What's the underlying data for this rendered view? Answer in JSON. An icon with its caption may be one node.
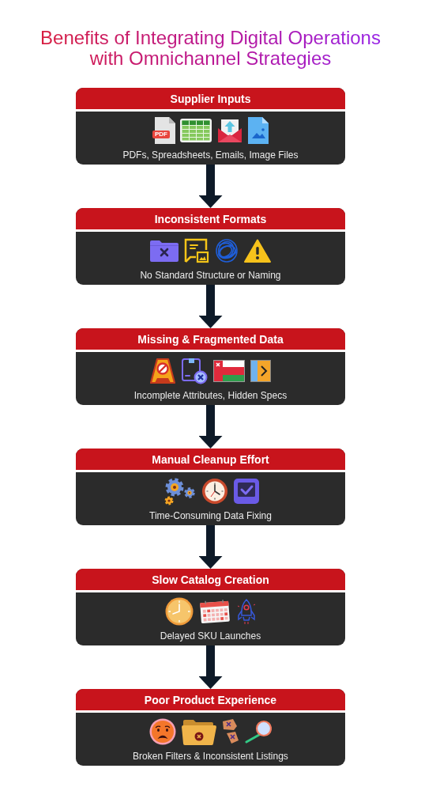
{
  "diagram": {
    "title": "Benefits of Integrating Digital Operations with Omnichannel Strategies",
    "nodes": [
      {
        "text": [
          "Supplier Inputs",
          "PDFs, Spreadsheets, Emails, Image Files"
        ]
      },
      {
        "text": [
          "Inconsistent Formats",
          "No Standard Structure or Naming"
        ]
      },
      {
        "text": [
          "Missing & Fragmented Data",
          "Incomplete Attributes, Hidden Specs"
        ]
      },
      {
        "text": [
          "Manual Cleanup Effort",
          "Time-Consuming Data Fixing"
        ]
      },
      {
        "text": [
          "Slow Catalog Creation",
          "Delayed SKU Launches"
        ]
      },
      {
        "text": [
          "Poor Product Experience",
          "Broken Filters & Inconsistent Listings"
        ]
      }
    ],
    "edges": [
      {
        "from": 0,
        "to": 1,
        "arrow": "to"
      },
      {
        "from": 1,
        "to": 2,
        "arrow": "to"
      },
      {
        "from": 2,
        "to": 3,
        "arrow": "to"
      },
      {
        "from": 3,
        "to": 4,
        "arrow": "to"
      },
      {
        "from": 4,
        "to": 5,
        "arrow": "to"
      }
    ],
    "labels": [
      "PDF"
    ]
  }
}
